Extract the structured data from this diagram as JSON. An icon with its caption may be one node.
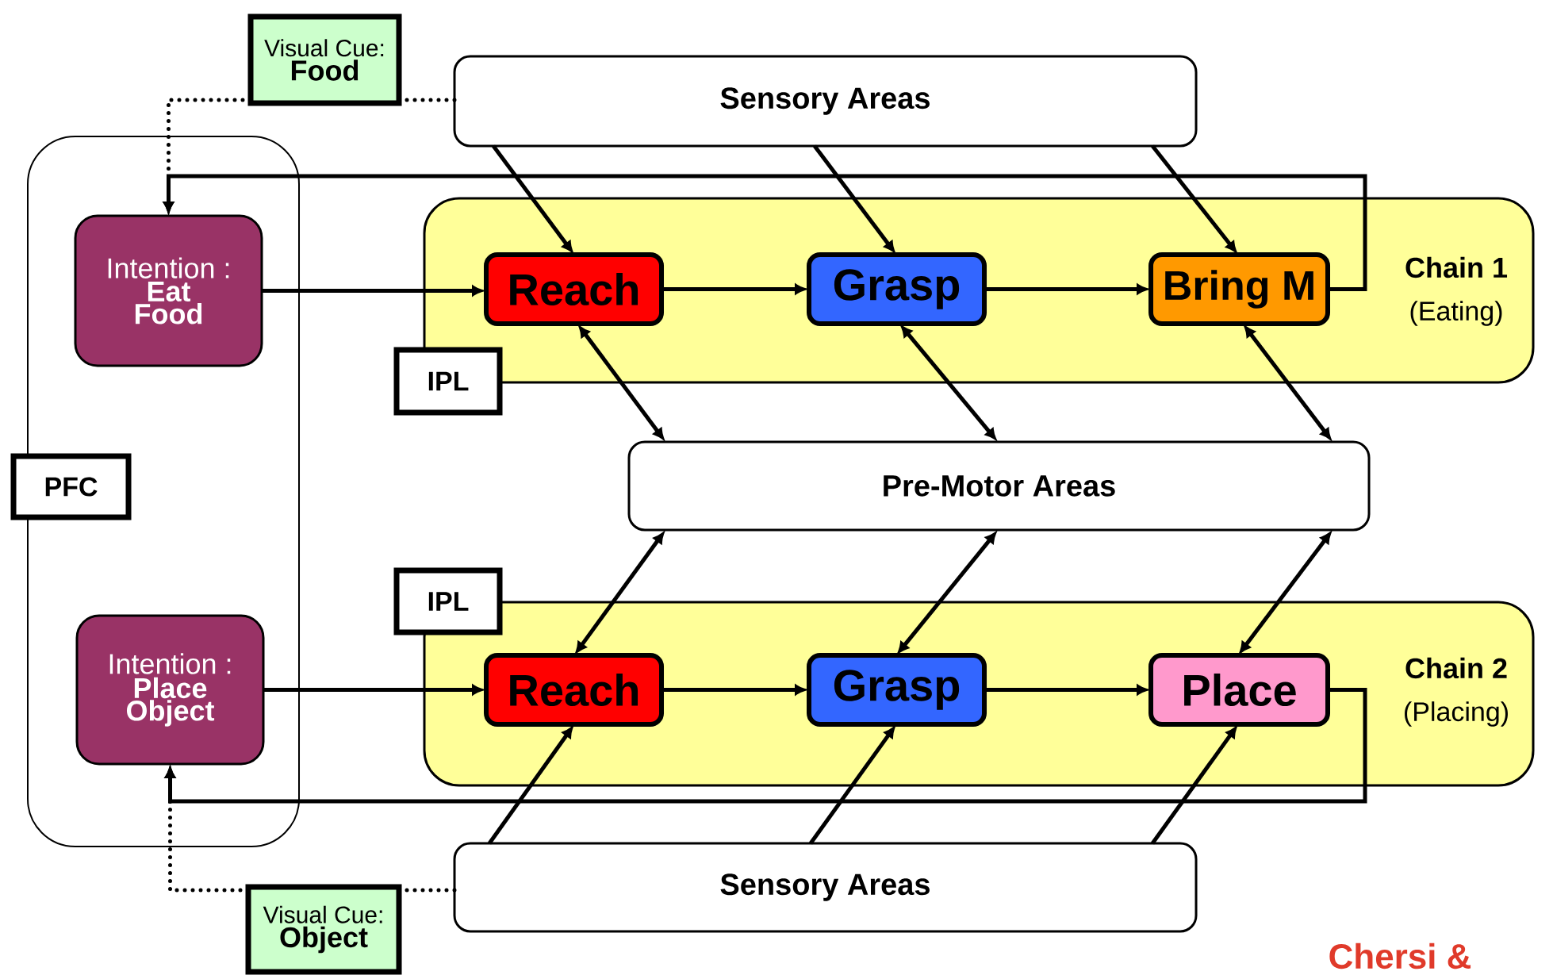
{
  "diagram": {
    "nodes": [
      {
        "text": [
          "Visual Cue:",
          "Food"
        ]
      },
      {
        "text": [
          "Sensory Areas"
        ]
      },
      {
        "text": [
          "PFC"
        ]
      },
      {
        "text": [
          "Intention :",
          "Eat Food"
        ],
        "in": 2
      },
      {
        "text": [
          "Intention :",
          "Place Object"
        ],
        "in": 2
      },
      {
        "text": [
          "IPL",
          "Chain 1",
          "(Eating)"
        ]
      },
      {
        "text": [
          "Reach"
        ],
        "in": 5
      },
      {
        "text": [
          "Grasp"
        ],
        "in": 5
      },
      {
        "text": [
          "Bring M"
        ],
        "in": 5
      },
      {
        "text": [
          "Pre-Motor Areas"
        ]
      },
      {
        "text": [
          "IPL",
          "Chain 2",
          "(Placing)"
        ]
      },
      {
        "text": [
          "Reach"
        ],
        "in": 10
      },
      {
        "text": [
          "Grasp"
        ],
        "in": 10
      },
      {
        "text": [
          "Place"
        ],
        "in": 10
      },
      {
        "text": [
          "Sensory Areas"
        ]
      },
      {
        "text": [
          "Visual Cue:",
          "Object"
        ]
      }
    ],
    "edges": [
      {
        "from": 0,
        "to": 3,
        "arrow": "to",
        "style": "dashed"
      },
      {
        "from": 0,
        "to": 1,
        "arrow": "none",
        "style": "dashed"
      },
      {
        "from": 3,
        "to": 6,
        "arrow": "to"
      },
      {
        "from": 6,
        "to": 7,
        "arrow": "to"
      },
      {
        "from": 7,
        "to": 8,
        "arrow": "to"
      },
      {
        "from": 8,
        "to": 3,
        "arrow": "to"
      },
      {
        "from": 1,
        "to": 6,
        "arrow": "to"
      },
      {
        "from": 1,
        "to": 7,
        "arrow": "to"
      },
      {
        "from": 1,
        "to": 8,
        "arrow": "to"
      },
      {
        "from": 6,
        "to": 9,
        "arrow": "both"
      },
      {
        "from": 7,
        "to": 9,
        "arrow": "both"
      },
      {
        "from": 8,
        "to": 9,
        "arrow": "both"
      },
      {
        "from": 11,
        "to": 9,
        "arrow": "both"
      },
      {
        "from": 12,
        "to": 9,
        "arrow": "both"
      },
      {
        "from": 13,
        "to": 9,
        "arrow": "both"
      },
      {
        "from": 4,
        "to": 11,
        "arrow": "to"
      },
      {
        "from": 11,
        "to": 12,
        "arrow": "to"
      },
      {
        "from": 12,
        "to": 13,
        "arrow": "to"
      },
      {
        "from": 13,
        "to": 4,
        "arrow": "to"
      },
      {
        "from": 14,
        "to": 11,
        "arrow": "to"
      },
      {
        "from": 14,
        "to": 12,
        "arrow": "to"
      },
      {
        "from": 14,
        "to": 13,
        "arrow": "to"
      },
      {
        "from": 15,
        "to": 4,
        "arrow": "to",
        "style": "dashed"
      },
      {
        "from": 15,
        "to": 14,
        "arrow": "none",
        "style": "dashed"
      }
    ],
    "labels": [
      "Chersi &"
    ]
  }
}
